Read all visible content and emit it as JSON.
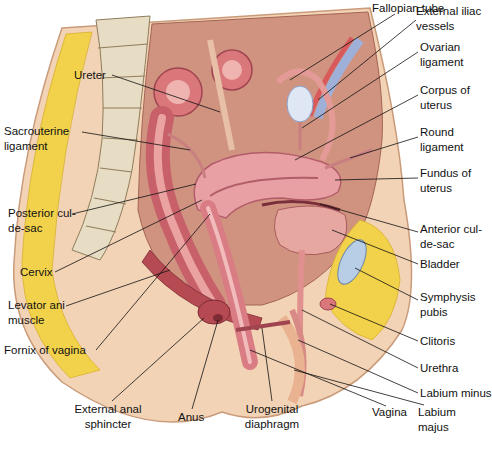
{
  "diagram": {
    "labels": [
      "Fallopian tube",
      "External iliac vessels",
      "Ovarian ligament",
      "Corpus of uterus",
      "Round ligament",
      "Fundus of uterus",
      "Anterior cul-de-sac",
      "Bladder",
      "Symphysis pubis",
      "Clitoris",
      "Urethra",
      "Labium minus",
      "Labium majus",
      "Vagina",
      "Urogenital diaphragm",
      "Anus",
      "External anal sphincter",
      "Fornix of vagina",
      "Levator ani muscle",
      "Cervix",
      "Posterior cul-de-sac",
      "Sacrouterine ligament",
      "Ureter"
    ]
  }
}
